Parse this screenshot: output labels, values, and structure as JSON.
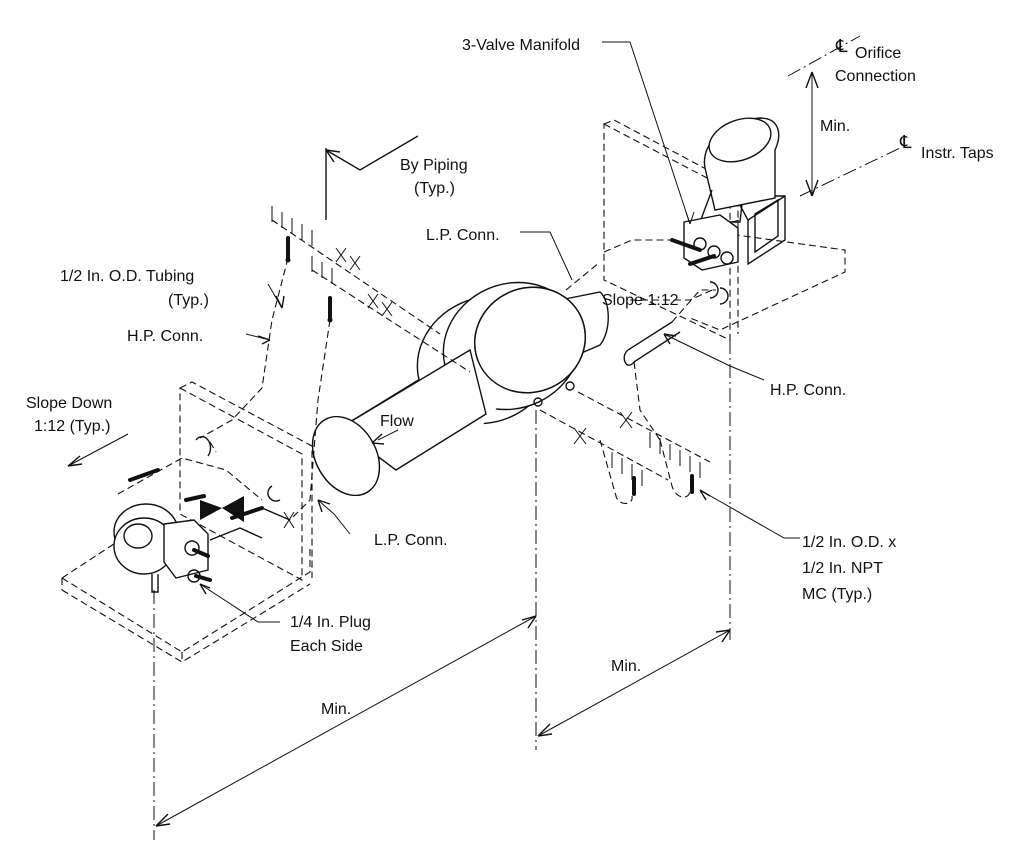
{
  "diagram": {
    "labels": {
      "three_valve_manifold": "3-Valve Manifold",
      "orifice_connection_line1": "Orifice",
      "orifice_connection_line2": "Connection",
      "min_vertical": "Min.",
      "instr_taps": "Instr. Taps",
      "by_piping_line1": "By Piping",
      "by_piping_line2": "(Typ.)",
      "lp_conn_top": "L.P. Conn.",
      "tubing_line1": "1/2 In. O.D. Tubing",
      "tubing_line2": "(Typ.)",
      "hp_conn_left": "H.P. Conn.",
      "slope_right": "Slope 1:12",
      "slope_down_line1": "Slope Down",
      "slope_down_line2": "1:12 (Typ.)",
      "flow": "Flow",
      "hp_conn_right": "H.P. Conn.",
      "lp_conn_bottom": "L.P. Conn.",
      "npt_line1": "1/2 In. O.D. x",
      "npt_line2": "1/2 In. NPT",
      "npt_line3": "MC (Typ.)",
      "plug_line1": "1/4 In. Plug",
      "plug_line2": "Each Side",
      "min_right": "Min.",
      "min_bottom": "Min."
    }
  }
}
